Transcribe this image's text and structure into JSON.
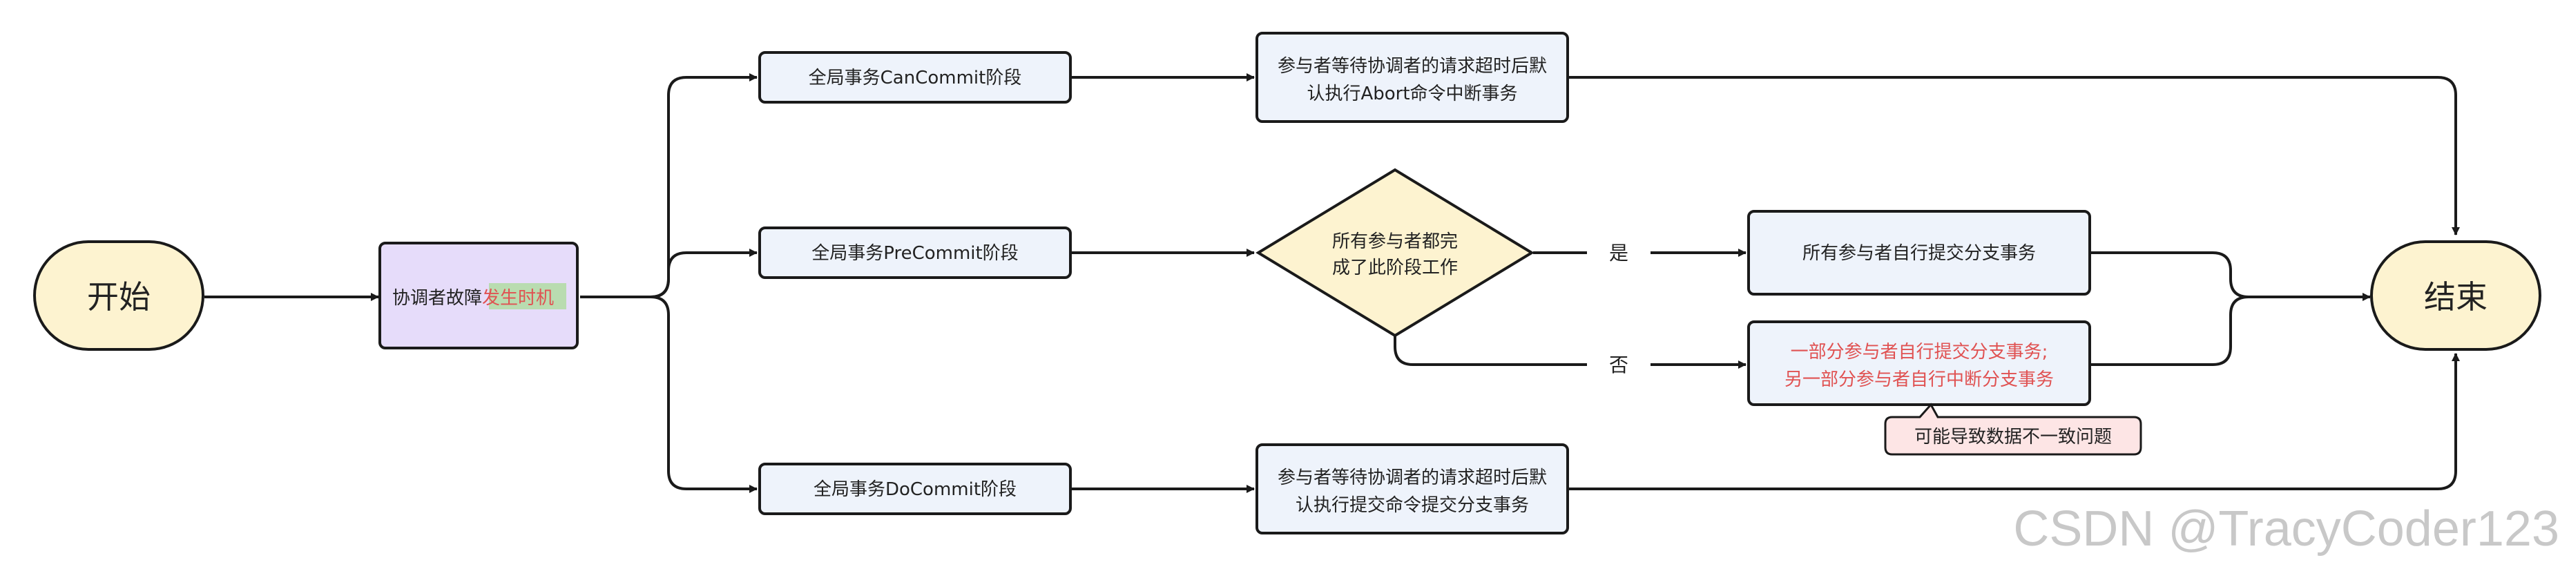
{
  "nodes": {
    "start": "开始",
    "end": "结束",
    "fault_prefix": "协调者故障",
    "fault_highlight": "发生时机",
    "can_commit": "全局事务CanCommit阶段",
    "pre_commit": "全局事务PreCommit阶段",
    "do_commit": "全局事务DoCommit阶段",
    "can_timeout_line1": "参与者等待协调者的请求超时后默",
    "can_timeout_line2": "认执行Abort命令中断事务",
    "decision_line1": "所有参与者都完",
    "decision_line2": "成了此阶段工作",
    "all_commit": "所有参与者自行提交分支事务",
    "partial_line1": "一部分参与者自行提交分支事务;",
    "partial_line2": "另一部分参与者自行中断分支事务",
    "do_timeout_line1": "参与者等待协调者的请求超时后默",
    "do_timeout_line2": "认执行提交命令提交分支事务",
    "callout": "可能导致数据不一致问题"
  },
  "edges": {
    "yes_label": "是",
    "no_label": "否"
  },
  "watermark": "CSDN @TracyCoder123",
  "colors": {
    "terminal_fill": "#fdf3d0",
    "fault_fill": "#e6dcfa",
    "process_fill": "#eef3fb",
    "decision_fill": "#fdf3d0",
    "callout_fill": "#fde5e5",
    "stroke": "#1a1a1a",
    "red_text": "#e05252",
    "highlight_bg": "#b9dcb0"
  }
}
